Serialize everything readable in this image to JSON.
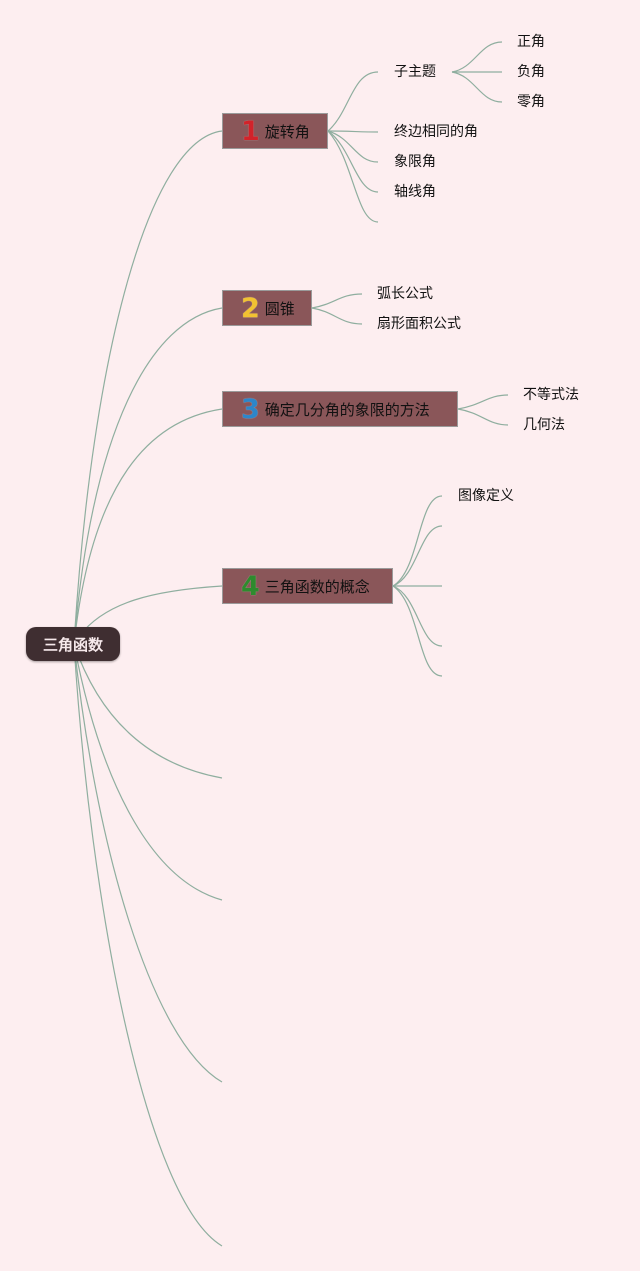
{
  "colors": {
    "background": "#fdeef0",
    "root_bg": "#3f2e31",
    "branch_bg": "#8a5659",
    "line": "#8fae9f",
    "num1": "#d2232a",
    "num2": "#f1c232",
    "num3": "#2d86c9",
    "num4": "#2e8b2e"
  },
  "root": {
    "label": "三角函数"
  },
  "branches": [
    {
      "number": "1",
      "label": "旋转角",
      "children": [
        {
          "label": "子主题",
          "children": [
            {
              "label": "正角"
            },
            {
              "label": "负角"
            },
            {
              "label": "零角"
            }
          ]
        },
        {
          "label": "终边相同的角"
        },
        {
          "label": "象限角"
        },
        {
          "label": "轴线角"
        },
        {
          "label": ""
        }
      ]
    },
    {
      "number": "2",
      "label": "圆锥",
      "children": [
        {
          "label": "弧长公式"
        },
        {
          "label": "扇形面积公式"
        }
      ]
    },
    {
      "number": "3",
      "label": "确定几分角的象限的方法",
      "children": [
        {
          "label": "不等式法"
        },
        {
          "label": "几何法"
        }
      ]
    },
    {
      "number": "4",
      "label": "三角函数的概念",
      "children": [
        {
          "label": "图像定义"
        },
        {
          "label": ""
        },
        {
          "label": ""
        },
        {
          "label": ""
        },
        {
          "label": ""
        }
      ]
    }
  ],
  "empty_branches": 4
}
